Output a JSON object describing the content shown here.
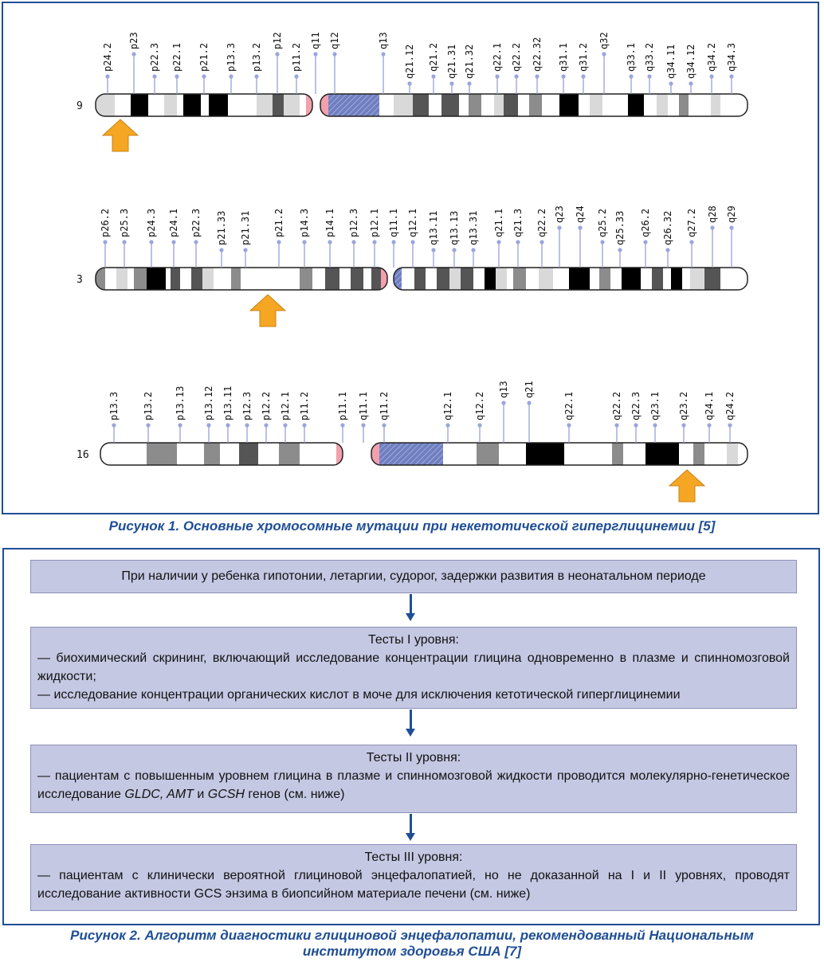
{
  "figure1": {
    "caption": "Рисунок 1. Основные хромосомные мутации при некетотической гиперглицинемии [5]",
    "chromosomes": [
      {
        "number": "9",
        "labels": [
          "p24.2",
          "p23",
          "p22.3",
          "p22.1",
          "p21.2",
          "p13.3",
          "p13.2",
          "p12",
          "p11.2",
          "q11",
          "q12",
          "q13",
          "q21.12",
          "q21.2",
          "q21.31",
          "q21.32",
          "q22.1",
          "q22.2",
          "q22.32",
          "q31.1",
          "q31.2",
          "q32",
          "q33.1",
          "q33.2",
          "q34.11",
          "q34.12",
          "q34.2",
          "q34.3"
        ]
      },
      {
        "number": "3",
        "labels": [
          "p26.2",
          "p25.3",
          "p24.3",
          "p24.1",
          "p22.3",
          "p21.33",
          "p21.31",
          "p21.2",
          "p14.3",
          "p14.1",
          "p12.3",
          "p12.1",
          "q11.1",
          "q12.1",
          "q13.11",
          "q13.13",
          "q13.31",
          "q21.1",
          "q21.3",
          "q22.2",
          "q23",
          "q24",
          "q25.2",
          "q25.33",
          "q26.2",
          "q26.32",
          "q27.2",
          "q28",
          "q29"
        ]
      },
      {
        "number": "16",
        "labels": [
          "p13.3",
          "p13.2",
          "p13.13",
          "p13.12",
          "p13.11",
          "p12.3",
          "p12.2",
          "p12.1",
          "p11.2",
          "p11.1",
          "q11.1",
          "q11.2",
          "q12.1",
          "q12.2",
          "q13",
          "q21",
          "q22.1",
          "q22.2",
          "q22.3",
          "q23.1",
          "q23.2",
          "q24.1",
          "q24.2"
        ]
      }
    ],
    "colors": {
      "centromere": "#f2a0ad",
      "heterochromatin": "#6f7fc0",
      "arrow": "#f5a623",
      "frame": "#1f4e96"
    }
  },
  "figure2": {
    "caption_line1": "Рисунок 2. Алгоритм диагностики глициновой энцефалопатии, рекомендованный Национальным",
    "caption_line2": "институтом здоровья США [7]",
    "box1": {
      "text": "При наличии у ребенка гипотонии, летаргии, судорог, задержки развития в неонатальном периоде"
    },
    "box2": {
      "title": "Тесты I уровня:",
      "line1": "— биохимический скрининг, включающий исследование концентрации глицина одновременно в плазме и спинномозговой жидкости;",
      "line2": "— исследование концентрации органических кислот в моче для исключения кетотической гиперглицинемии"
    },
    "box3": {
      "title": "Тесты II уровня:",
      "line1_pre": "— пациентам с повышенным уровнем глицина в плазме и спинномозговой жидкости проводится молекулярно-генетическое исследование ",
      "gene1": "GLDC",
      "sep1": ", ",
      "gene2": "AMT",
      "sep2": " и ",
      "gene3": "GCSH",
      "line1_post": " генов (см. ниже)"
    },
    "box4": {
      "title": "Тесты III уровня:",
      "line1": "— пациентам с клинически вероятной глициновой энцефалопатией, но не доказанной на I и II уровнях, проводят исследование активности GCS энзима в биопсийном материале печени (см. ниже)"
    }
  }
}
